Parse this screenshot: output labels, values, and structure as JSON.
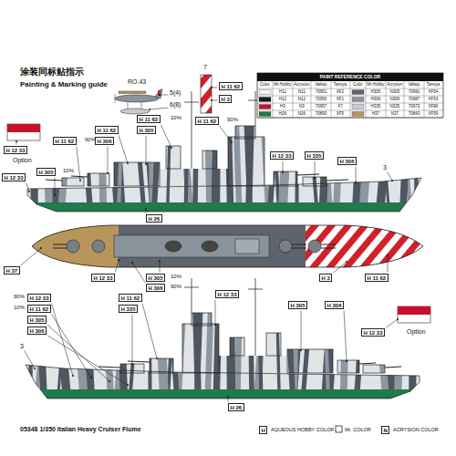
{
  "diagram": {
    "title": "Painting & Marking guide",
    "caption": "05348 1/350 Italian Heavy Cruiser Fiume",
    "labels": [
      "涂装同标贴指示",
      "RO.43",
      "5(4)",
      "6(8)",
      "7",
      "H 11 62",
      "H 3",
      "H 12 33",
      "Option",
      "H 11 62",
      "90%",
      "H 305",
      "10%",
      "H 11 62",
      "H 306",
      "H 11 62",
      "10%",
      "H 305",
      "H 11 62",
      "90%",
      "H 12 33",
      "H 335",
      "H 306",
      "3",
      "H 12 33",
      "H 26",
      "H 37",
      "H 12 33",
      "H 305",
      "10%",
      "H 306",
      "90%",
      "H 3",
      "H 11 62",
      "H 12 33",
      "90%",
      "H 11 62",
      "10%",
      "H 305",
      "H 306",
      "H 11 62",
      "H 335",
      "H 12 33",
      "H 305",
      "H 306",
      "H 12 33",
      "Option",
      "3",
      "H 26",
      "H",
      "N",
      "PAINT REFERENCE COLOR",
      "Color",
      "Mr.Hobby",
      "Acrysion",
      "Vallejo",
      "Tamiya",
      "H11",
      "N11",
      "70951",
      "XF2",
      "H12",
      "N12",
      "70950",
      "XF1",
      "H3",
      "N3",
      "70957",
      "X7",
      "H26",
      "N26",
      "70893",
      "XF5",
      "Color",
      "Mr.Hobby",
      "Acrysion",
      "Vallejo",
      "Tamiya",
      "H305",
      "N305",
      "70991",
      "XF54",
      "H306",
      "N306",
      "70987",
      "XF53",
      "H335",
      "N335",
      "70973",
      "XF80",
      "H37",
      "N37",
      "70843",
      "XF59"
    ],
    "legend": [
      {
        "text": "AQUEOUS HOBBY COLOR"
      },
      {
        "text": "Mr. COLOR"
      },
      {
        "text": "ACRYSION COLOR"
      }
    ]
  }
}
